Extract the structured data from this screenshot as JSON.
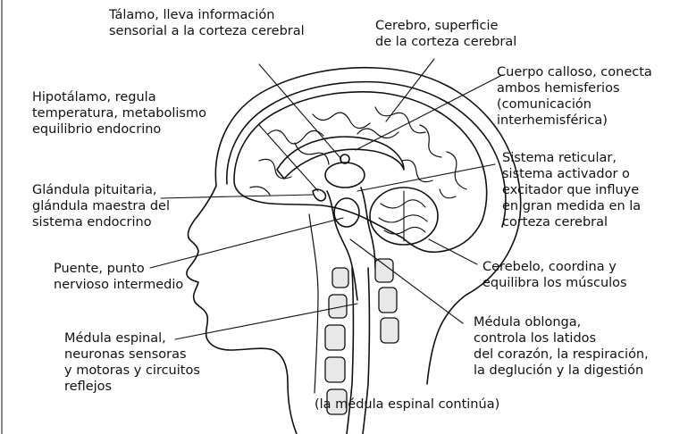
{
  "colors": {
    "ink": "#111111",
    "paper": "#ffffff",
    "spine_fill": "#e8e8e8"
  },
  "labels": {
    "talamo": [
      "Tálamo, lleva información",
      "sensorial a la corteza cerebral"
    ],
    "cerebro": [
      "Cerebro, superficie",
      "de la corteza cerebral"
    ],
    "cuerpo_calloso": [
      "Cuerpo calloso, conecta",
      "ambos hemisferios",
      "(comunicación",
      "interhemisférica)"
    ],
    "hipotalamo": [
      "Hipotálamo, regula",
      "temperatura, metabolismo",
      "equilibrio endocrino"
    ],
    "sistema_reticular": [
      "Sistema reticular,",
      "sistema activador o",
      "excitador que influye",
      "en gran medida en la",
      "corteza cerebral"
    ],
    "glandula_pituitaria": [
      "Glándula pituitaria,",
      "glándula maestra del",
      "sistema endocrino"
    ],
    "cerebelo": [
      "Cerebelo, coordina y",
      "equilibra los músculos"
    ],
    "puente": [
      "Puente, punto",
      "nervioso intermedio"
    ],
    "medula_oblonga": [
      "Médula oblonga,",
      "controla los latidos",
      "del corazón, la respiración,",
      "la deglución y la digestión"
    ],
    "medula_espinal": [
      "Médula espinal,",
      "neuronas sensoras",
      "y motoras y circuitos",
      "reflejos"
    ],
    "continua": [
      "(la médula espinal continúa)"
    ]
  }
}
